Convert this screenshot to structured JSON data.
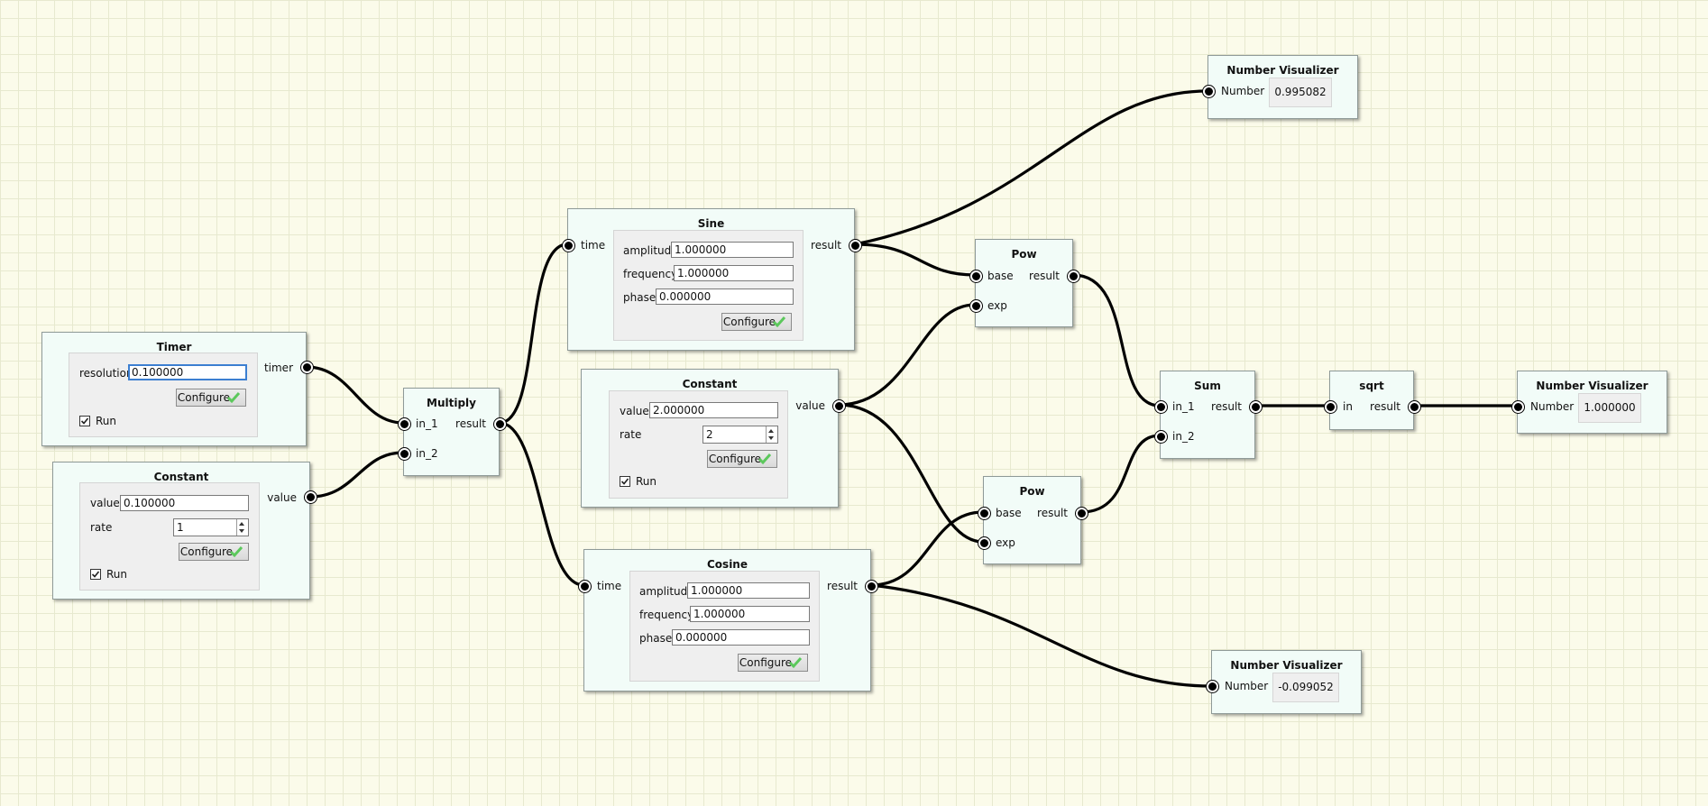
{
  "nodes": {
    "timer": {
      "title": "Timer",
      "output_label": "timer",
      "resolution_label": "resolution",
      "resolution_value": "0.100000",
      "configure_label": "Configure",
      "run_label": "Run",
      "run_checked": true
    },
    "constant_a": {
      "title": "Constant",
      "output_label": "value",
      "value_label": "value",
      "value_value": "0.100000",
      "rate_label": "rate",
      "rate_value": "1",
      "configure_label": "Configure",
      "run_label": "Run",
      "run_checked": true
    },
    "multiply": {
      "title": "Multiply",
      "in1_label": "in_1",
      "in2_label": "in_2",
      "output_label": "result"
    },
    "sine": {
      "title": "Sine",
      "input_label": "time",
      "output_label": "result",
      "amplitude_label": "amplitude",
      "amplitude_value": "1.000000",
      "frequency_label": "frequency",
      "frequency_value": "1.000000",
      "phase_label": "phase",
      "phase_value": "0.000000",
      "configure_label": "Configure"
    },
    "constant_b": {
      "title": "Constant",
      "output_label": "value",
      "value_label": "value",
      "value_value": "2.000000",
      "rate_label": "rate",
      "rate_value": "2",
      "configure_label": "Configure",
      "run_label": "Run",
      "run_checked": true
    },
    "cosine": {
      "title": "Cosine",
      "input_label": "time",
      "output_label": "result",
      "amplitude_label": "amplitude",
      "amplitude_value": "1.000000",
      "frequency_label": "frequency",
      "frequency_value": "1.000000",
      "phase_label": "phase",
      "phase_value": "0.000000",
      "configure_label": "Configure"
    },
    "pow_a": {
      "title": "Pow",
      "base_label": "base",
      "exp_label": "exp",
      "output_label": "result"
    },
    "pow_b": {
      "title": "Pow",
      "base_label": "base",
      "exp_label": "exp",
      "output_label": "result"
    },
    "sum": {
      "title": "Sum",
      "in1_label": "in_1",
      "in2_label": "in_2",
      "output_label": "result"
    },
    "sqrt": {
      "title": "sqrt",
      "input_label": "in",
      "output_label": "result"
    },
    "viz_top": {
      "title": "Number Visualizer",
      "input_label": "Number",
      "value": "0.995082"
    },
    "viz_right": {
      "title": "Number Visualizer",
      "input_label": "Number",
      "value": "1.000000"
    },
    "viz_bottom": {
      "title": "Number Visualizer",
      "input_label": "Number",
      "value": "-0.099052"
    }
  },
  "colors": {
    "canvas": "#fbfbea",
    "grid": "#e7e9cf",
    "node_bg": "#f2fcf8",
    "wire": "#000000",
    "check_green": "#5cc85c",
    "focus_blue": "#3c7fd1"
  },
  "icons": {
    "port": "connection-port-icon",
    "configure": "green-check-icon",
    "run": "checkbox-icon",
    "spin": "spinbox-arrows-icon"
  }
}
